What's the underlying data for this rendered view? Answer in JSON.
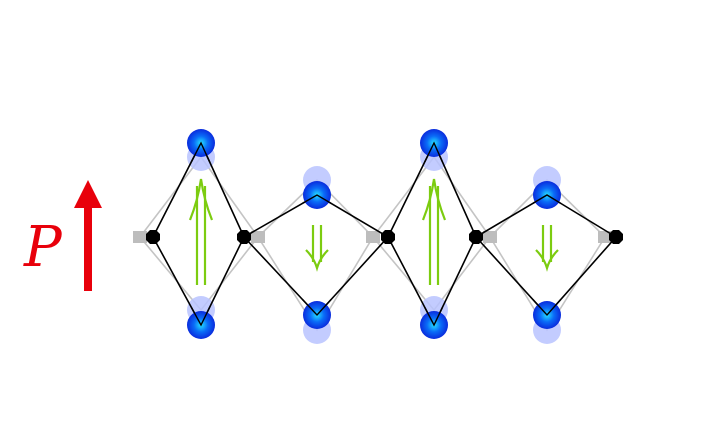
{
  "polarization": {
    "label": "P",
    "color": "#e8000b"
  },
  "colors": {
    "atom": "#0a2cf0",
    "atom_highlight": "#19c8ff",
    "ghost_atom": "#b9c3ff",
    "bond": "#000000",
    "ghost_bond": "#c4c4c4",
    "dipole_arrow": "#7ccc10"
  },
  "dipoles": [
    "up",
    "down",
    "up",
    "down"
  ]
}
